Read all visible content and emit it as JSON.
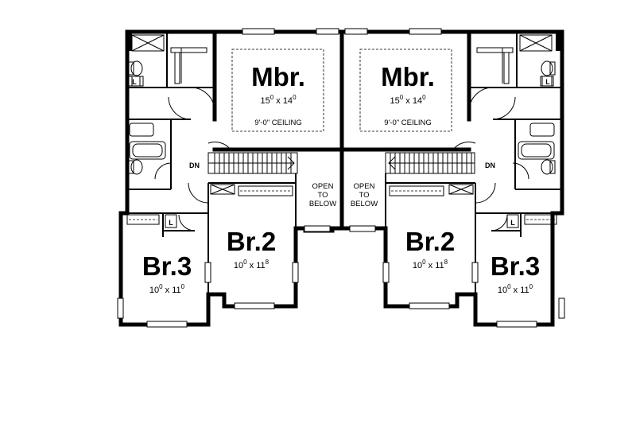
{
  "rooms": {
    "mbr_left": {
      "name": "Mbr.",
      "w": "15",
      "w_sup": "0",
      "h": "14",
      "h_sup": "0",
      "note": "9'-0\" CEILING"
    },
    "mbr_right": {
      "name": "Mbr.",
      "w": "15",
      "w_sup": "0",
      "h": "14",
      "h_sup": "0",
      "note": "9'-0\" CEILING"
    },
    "br2_left": {
      "name": "Br.2",
      "w": "10",
      "w_sup": "0",
      "h": "11",
      "h_sup": "8"
    },
    "br2_right": {
      "name": "Br.2",
      "w": "10",
      "w_sup": "0",
      "h": "11",
      "h_sup": "8"
    },
    "br3_left": {
      "name": "Br.3",
      "w": "10",
      "w_sup": "0",
      "h": "11",
      "h_sup": "0"
    },
    "br3_right": {
      "name": "Br.3",
      "w": "10",
      "w_sup": "0",
      "h": "11",
      "h_sup": "0"
    }
  },
  "labels": {
    "stair_dn": "DN",
    "open_line1": "OPEN",
    "open_line2": "TO",
    "open_line3": "BELOW",
    "linen": "L",
    "dim_x": "x"
  }
}
